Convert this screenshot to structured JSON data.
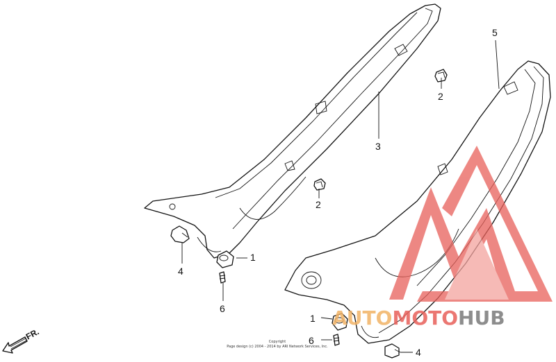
{
  "callouts": {
    "c1a": "1",
    "c1b": "1",
    "c2a": "2",
    "c2b": "2",
    "c3": "3",
    "c4a": "4",
    "c4b": "4",
    "c5": "5",
    "c6a": "6",
    "c6b": "6"
  },
  "direction": {
    "label": "FR."
  },
  "copyright": {
    "line1": "Copyright",
    "line2": "Page design (c) 2004 - 2014 by ARI Network Services, Inc."
  },
  "watermark": {
    "part_auto": "AUTO",
    "part_moto": "MOTO",
    "part_hub": "HUB",
    "color_red": "#e8605a",
    "color_orange": "#f2b366",
    "color_gray": "#7a7a7a"
  }
}
